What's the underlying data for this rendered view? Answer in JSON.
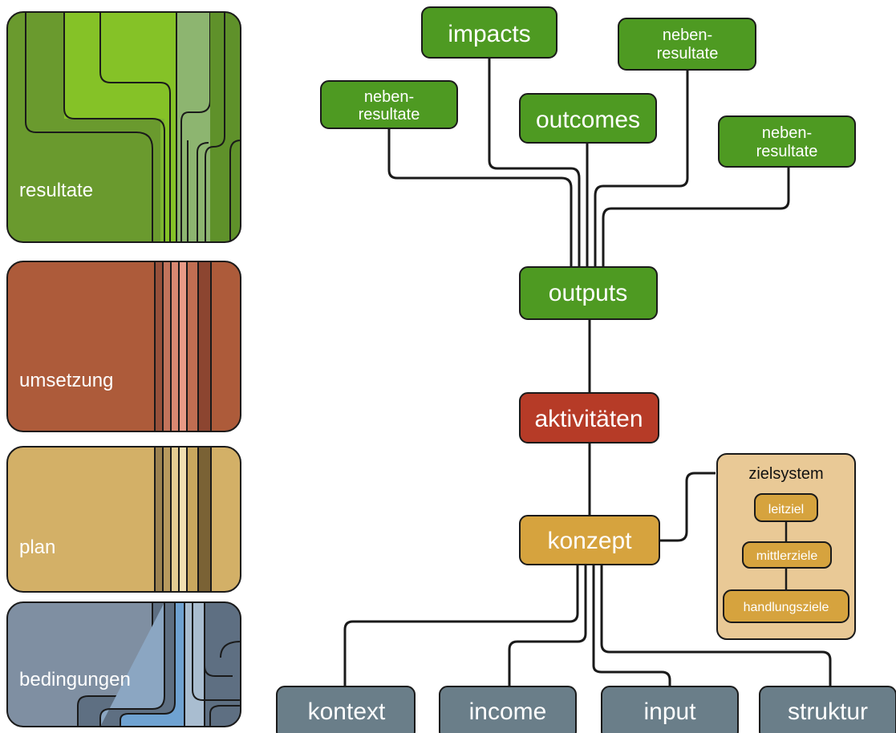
{
  "panels": {
    "resultate": {
      "label": "resultate",
      "color": "#7DB52F"
    },
    "umsetzung": {
      "label": "umsetzung",
      "color": "#AD5B3A"
    },
    "plan": {
      "label": "plan",
      "color": "#D3B067"
    },
    "bedingungen": {
      "label": "bedingungen",
      "color": "#7F8FA2"
    }
  },
  "nodes": {
    "impacts": "impacts",
    "outcomes": "outcomes",
    "neben_left": [
      "neben-",
      "resultate"
    ],
    "neben_top": [
      "neben-",
      "resultate"
    ],
    "neben_right": [
      "neben-",
      "resultate"
    ],
    "outputs": "outputs",
    "aktivitaeten": "aktivitäten",
    "konzept": "konzept",
    "kontext": "kontext",
    "income": "income",
    "input": "input",
    "struktur": "struktur"
  },
  "zielsystem": {
    "title": "zielsystem",
    "items": [
      "leitziel",
      "mittlerziele",
      "handlungsziele"
    ]
  },
  "colors": {
    "green": "#4E9A22",
    "red": "#B63B27",
    "gold": "#D6A33E",
    "slate": "#6A7E89",
    "zielsystem_bg": "#E9C996"
  }
}
